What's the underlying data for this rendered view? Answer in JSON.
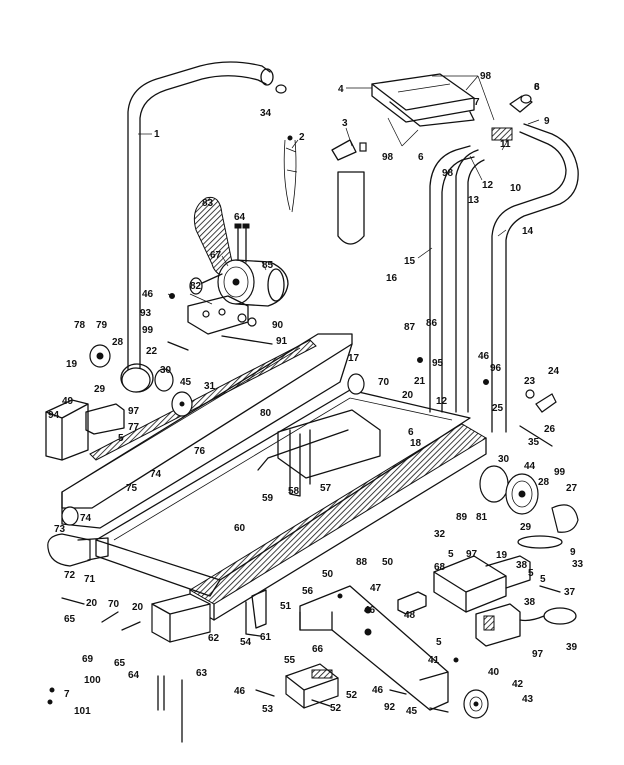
{
  "figure": {
    "callouts": [
      {
        "id": "c1",
        "text": "1"
      },
      {
        "id": "c2",
        "text": "2"
      },
      {
        "id": "c3",
        "text": "3"
      },
      {
        "id": "c4",
        "text": "4"
      },
      {
        "id": "c5a",
        "text": "5"
      },
      {
        "id": "c5b",
        "text": "5"
      },
      {
        "id": "c5c",
        "text": "5"
      },
      {
        "id": "c5d",
        "text": "5"
      },
      {
        "id": "c5e",
        "text": "5"
      },
      {
        "id": "c6a",
        "text": "6"
      },
      {
        "id": "c6b",
        "text": "6"
      },
      {
        "id": "c6c",
        "text": "6"
      },
      {
        "id": "c7a",
        "text": "7"
      },
      {
        "id": "c7b",
        "text": "7"
      },
      {
        "id": "c8",
        "text": "8"
      },
      {
        "id": "c9a",
        "text": "9"
      },
      {
        "id": "c9b",
        "text": "9"
      },
      {
        "id": "c10",
        "text": "10"
      },
      {
        "id": "c11",
        "text": "11"
      },
      {
        "id": "c12a",
        "text": "12"
      },
      {
        "id": "c12b",
        "text": "12"
      },
      {
        "id": "c13",
        "text": "13"
      },
      {
        "id": "c14",
        "text": "14"
      },
      {
        "id": "c15",
        "text": "15"
      },
      {
        "id": "c16",
        "text": "16"
      },
      {
        "id": "c17",
        "text": "17"
      },
      {
        "id": "c18",
        "text": "18"
      },
      {
        "id": "c19a",
        "text": "19"
      },
      {
        "id": "c19b",
        "text": "19"
      },
      {
        "id": "c20a",
        "text": "20"
      },
      {
        "id": "c20b",
        "text": "20"
      },
      {
        "id": "c20c",
        "text": "20"
      },
      {
        "id": "c21",
        "text": "21"
      },
      {
        "id": "c22",
        "text": "22"
      },
      {
        "id": "c23",
        "text": "23"
      },
      {
        "id": "c24",
        "text": "24"
      },
      {
        "id": "c25",
        "text": "25"
      },
      {
        "id": "c26",
        "text": "26"
      },
      {
        "id": "c27",
        "text": "27"
      },
      {
        "id": "c28a",
        "text": "28"
      },
      {
        "id": "c28b",
        "text": "28"
      },
      {
        "id": "c29a",
        "text": "29"
      },
      {
        "id": "c29b",
        "text": "29"
      },
      {
        "id": "c30a",
        "text": "30"
      },
      {
        "id": "c30b",
        "text": "30"
      },
      {
        "id": "c31",
        "text": "31"
      },
      {
        "id": "c32",
        "text": "32"
      },
      {
        "id": "c33",
        "text": "33"
      },
      {
        "id": "c34",
        "text": "34"
      },
      {
        "id": "c35",
        "text": "35"
      },
      {
        "id": "c37",
        "text": "37"
      },
      {
        "id": "c38a",
        "text": "38"
      },
      {
        "id": "c38b",
        "text": "38"
      },
      {
        "id": "c39",
        "text": "39"
      },
      {
        "id": "c40",
        "text": "40"
      },
      {
        "id": "c41",
        "text": "41"
      },
      {
        "id": "c42",
        "text": "42"
      },
      {
        "id": "c43",
        "text": "43"
      },
      {
        "id": "c44",
        "text": "44"
      },
      {
        "id": "c45a",
        "text": "45"
      },
      {
        "id": "c45b",
        "text": "45"
      },
      {
        "id": "c46a",
        "text": "46"
      },
      {
        "id": "c46b",
        "text": "46"
      },
      {
        "id": "c46c",
        "text": "46"
      },
      {
        "id": "c46d",
        "text": "46"
      },
      {
        "id": "c46e",
        "text": "46"
      },
      {
        "id": "c47",
        "text": "47"
      },
      {
        "id": "c48",
        "text": "48"
      },
      {
        "id": "c49",
        "text": "49"
      },
      {
        "id": "c50a",
        "text": "50"
      },
      {
        "id": "c50b",
        "text": "50"
      },
      {
        "id": "c51",
        "text": "51"
      },
      {
        "id": "c52a",
        "text": "52"
      },
      {
        "id": "c52b",
        "text": "52"
      },
      {
        "id": "c53",
        "text": "53"
      },
      {
        "id": "c54",
        "text": "54"
      },
      {
        "id": "c55",
        "text": "55"
      },
      {
        "id": "c56",
        "text": "56"
      },
      {
        "id": "c57",
        "text": "57"
      },
      {
        "id": "c58",
        "text": "58"
      },
      {
        "id": "c59",
        "text": "59"
      },
      {
        "id": "c60",
        "text": "60"
      },
      {
        "id": "c61",
        "text": "61"
      },
      {
        "id": "c62",
        "text": "62"
      },
      {
        "id": "c63",
        "text": "63"
      },
      {
        "id": "c64a",
        "text": "64"
      },
      {
        "id": "c64b",
        "text": "64"
      },
      {
        "id": "c65a",
        "text": "65"
      },
      {
        "id": "c65b",
        "text": "65"
      },
      {
        "id": "c66",
        "text": "66"
      },
      {
        "id": "c67",
        "text": "67"
      },
      {
        "id": "c68",
        "text": "68"
      },
      {
        "id": "c69",
        "text": "69"
      },
      {
        "id": "c70a",
        "text": "70"
      },
      {
        "id": "c70b",
        "text": "70"
      },
      {
        "id": "c71",
        "text": "71"
      },
      {
        "id": "c72",
        "text": "72"
      },
      {
        "id": "c73",
        "text": "73"
      },
      {
        "id": "c74a",
        "text": "74"
      },
      {
        "id": "c74b",
        "text": "74"
      },
      {
        "id": "c75",
        "text": "75"
      },
      {
        "id": "c76",
        "text": "76"
      },
      {
        "id": "c77",
        "text": "77"
      },
      {
        "id": "c78",
        "text": "78"
      },
      {
        "id": "c79",
        "text": "79"
      },
      {
        "id": "c80",
        "text": "80"
      },
      {
        "id": "c81",
        "text": "81"
      },
      {
        "id": "c82",
        "text": "82"
      },
      {
        "id": "c83",
        "text": "83"
      },
      {
        "id": "c85",
        "text": "85"
      },
      {
        "id": "c86",
        "text": "86"
      },
      {
        "id": "c87",
        "text": "87"
      },
      {
        "id": "c88",
        "text": "88"
      },
      {
        "id": "c89",
        "text": "89"
      },
      {
        "id": "c90",
        "text": "90"
      },
      {
        "id": "c91",
        "text": "91"
      },
      {
        "id": "c92",
        "text": "92"
      },
      {
        "id": "c93",
        "text": "93"
      },
      {
        "id": "c94",
        "text": "94"
      },
      {
        "id": "c95",
        "text": "95"
      },
      {
        "id": "c96",
        "text": "96"
      },
      {
        "id": "c97a",
        "text": "97"
      },
      {
        "id": "c97b",
        "text": "97"
      },
      {
        "id": "c97c",
        "text": "97"
      },
      {
        "id": "c98a",
        "text": "98"
      },
      {
        "id": "c98b",
        "text": "98"
      },
      {
        "id": "c98c",
        "text": "98"
      },
      {
        "id": "c99a",
        "text": "99"
      },
      {
        "id": "c99b",
        "text": "99"
      },
      {
        "id": "c100",
        "text": "100"
      },
      {
        "id": "c101",
        "text": "101"
      }
    ]
  }
}
